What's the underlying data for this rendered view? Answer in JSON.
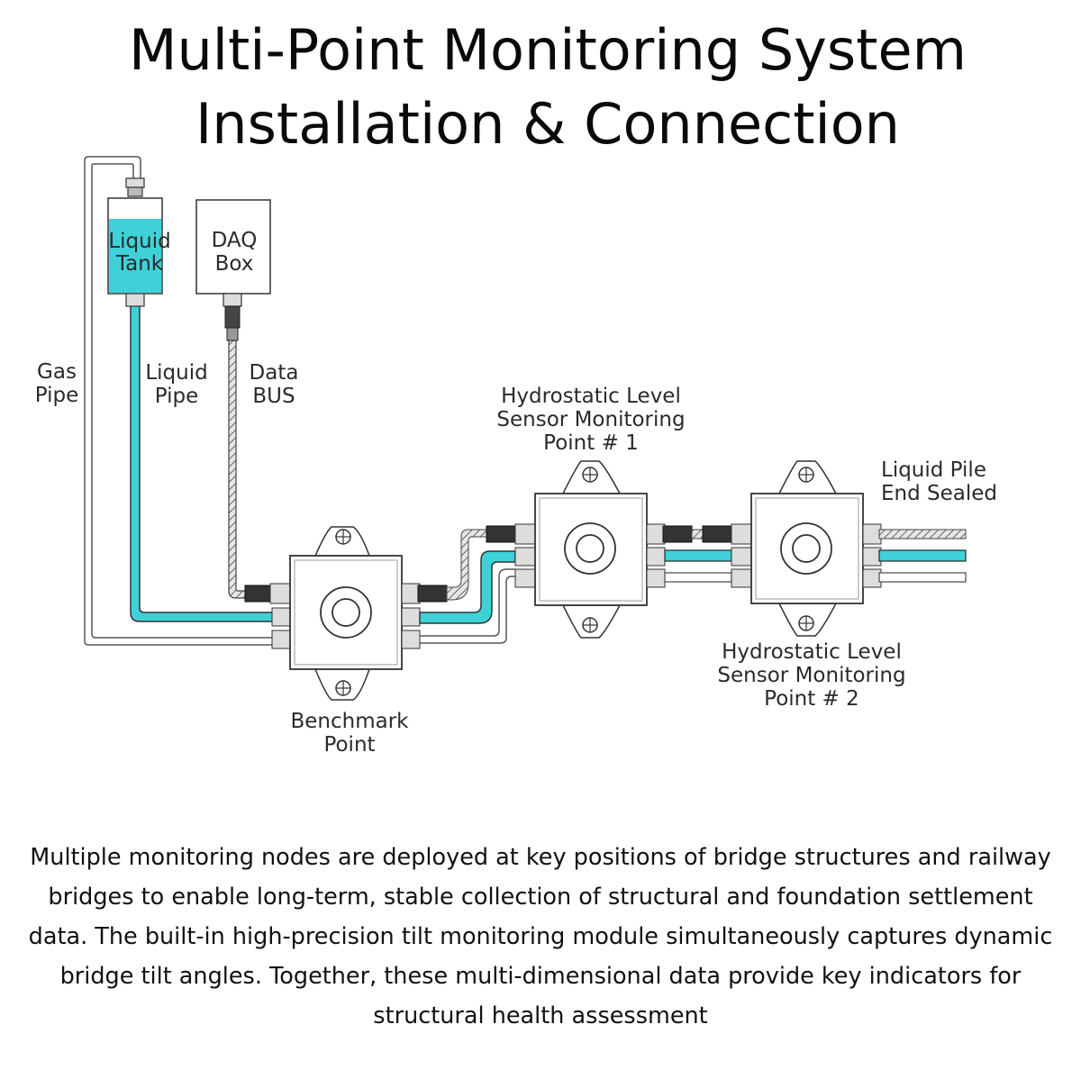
{
  "title": {
    "line1": "Multi-Point Monitoring System",
    "line2": "Installation & Connection"
  },
  "colors": {
    "liquid": "#3fd1d8",
    "pipe_outline": "#555555",
    "box_fill": "#ffffff",
    "text": "#111111"
  },
  "labels": {
    "liquid_tank_1": "Liquid",
    "liquid_tank_2": "Tank",
    "daq_1": "DAQ",
    "daq_2": "Box",
    "gas_pipe_1": "Gas",
    "gas_pipe_2": "Pipe",
    "liquid_pipe_1": "Liquid",
    "liquid_pipe_2": "Pipe",
    "data_bus_1": "Data",
    "data_bus_2": "BUS",
    "hydro1_1": "Hydrostatic Level",
    "hydro1_2": "Sensor Monitoring",
    "hydro1_3": "Point # 1",
    "hydro2_1": "Hydrostatic Level",
    "hydro2_2": "Sensor Monitoring",
    "hydro2_3": "Point # 2",
    "pile_end_1": "Liquid Pile",
    "pile_end_2": "End Sealed",
    "benchmark_1": "Benchmark",
    "benchmark_2": "Point"
  },
  "description": "Multiple monitoring nodes are deployed at key positions of bridge structures and railway bridges to enable long-term, stable collection of structural and foundation settlement data. The built-in high-precision tilt monitoring module simultaneously captures dynamic bridge tilt angles. Together, these multi-dimensional data provide key indicators for structural health assessment"
}
